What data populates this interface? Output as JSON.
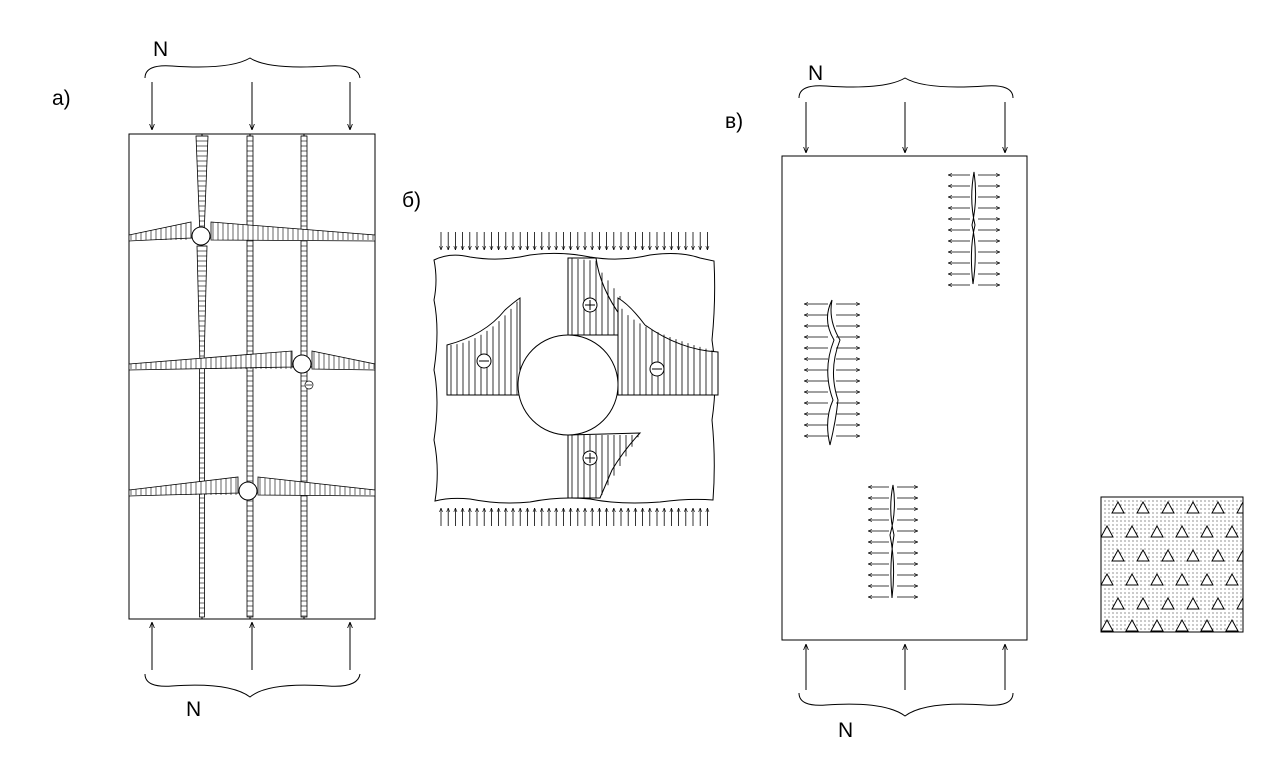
{
  "panel_a": {
    "label": "а)",
    "load_top": "N",
    "load_bottom": "N",
    "sign_minus": "−"
  },
  "panel_b": {
    "label": "б)",
    "sign_plus": "+",
    "sign_minus": "−"
  },
  "panel_c": {
    "label": "в)",
    "load_top": "N",
    "load_bottom": "N"
  },
  "legend": {
    "pattern": "concrete-hatch-triangles-dots"
  }
}
